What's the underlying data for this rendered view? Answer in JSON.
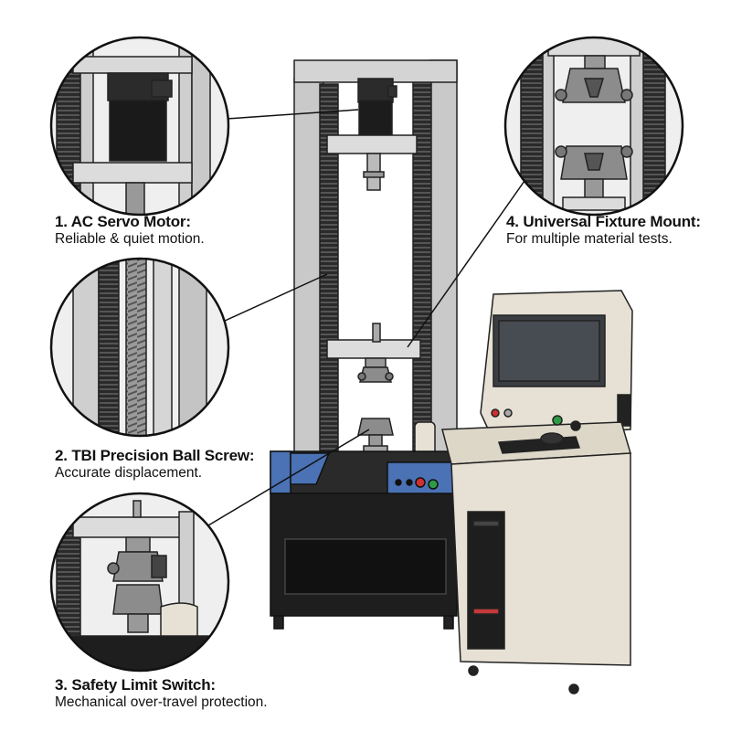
{
  "callouts": [
    {
      "number": "1.",
      "title": "AC Servo Motor:",
      "description": "Reliable & quiet motion."
    },
    {
      "number": "2.",
      "title": "TBI Precision Ball Screw:",
      "description": "Accurate displacement."
    },
    {
      "number": "3.",
      "title": "Safety Limit Switch:",
      "description": "Mechanical over-travel protection."
    },
    {
      "number": "4.",
      "title": "Universal Fixture Mount:",
      "description": "For multiple material tests."
    }
  ],
  "colors": {
    "frame_gray": "#c9c9c9",
    "cabinet_black": "#1e1e1e",
    "panel_blue": "#4a72b4",
    "console_beige": "#e6e1d4",
    "screen_dark": "#3a3d42",
    "button_red": "#d03030",
    "button_green": "#2e9a44"
  }
}
